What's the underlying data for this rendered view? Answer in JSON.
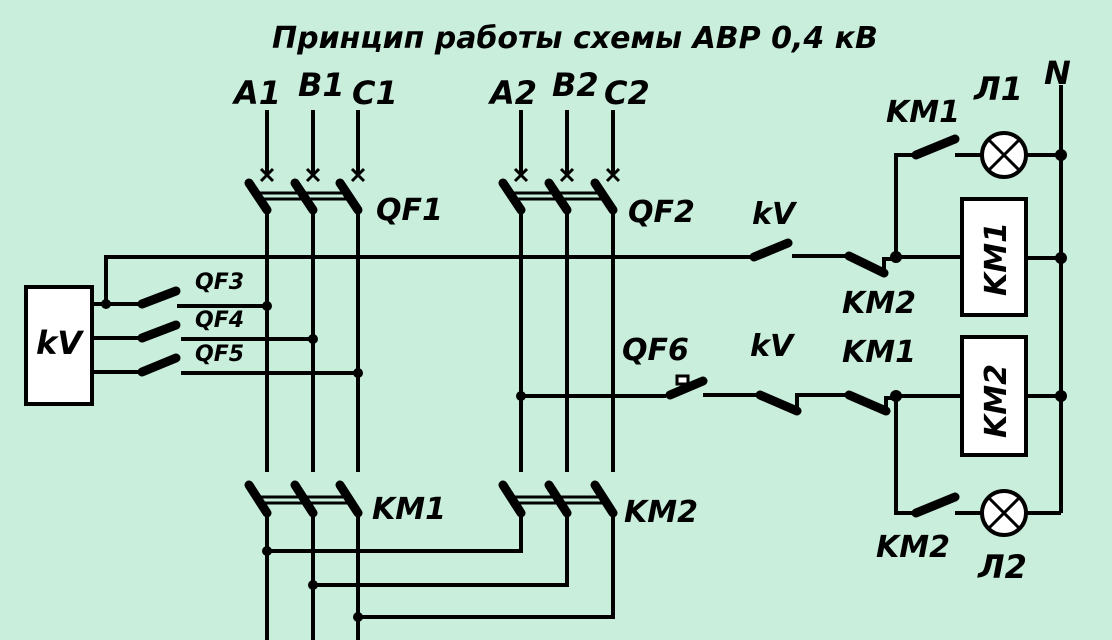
{
  "title": "Принцип работы схемы АВР 0,4 кВ",
  "colors": {
    "background": "#c9eedb",
    "line": "#000000",
    "box_fill": "#ffffff"
  },
  "inputs": {
    "source1": [
      "A1",
      "B1",
      "C1"
    ],
    "source2": [
      "A2",
      "B2",
      "C2"
    ],
    "neutral": "N"
  },
  "breakers": {
    "qf1": "QF1",
    "qf2": "QF2",
    "qf3": "QF3",
    "qf4": "QF4",
    "qf5": "QF5",
    "qf6": "QF6"
  },
  "contactors": {
    "km1_main": "KM1",
    "km2_main": "KM2"
  },
  "relay": {
    "box_label": "kV"
  },
  "control": {
    "kv_contact_top": "kV",
    "km2_nc_contact_top": "KM2",
    "km1_no_contact_lamp1": "KM1",
    "lamp1": "Л1",
    "coil1": "KM1",
    "kv_contact_bottom": "kV",
    "km1_nc_contact_bottom": "KM1",
    "coil2": "KM2",
    "km2_no_contact_lamp2": "KM2",
    "lamp2": "Л2"
  }
}
